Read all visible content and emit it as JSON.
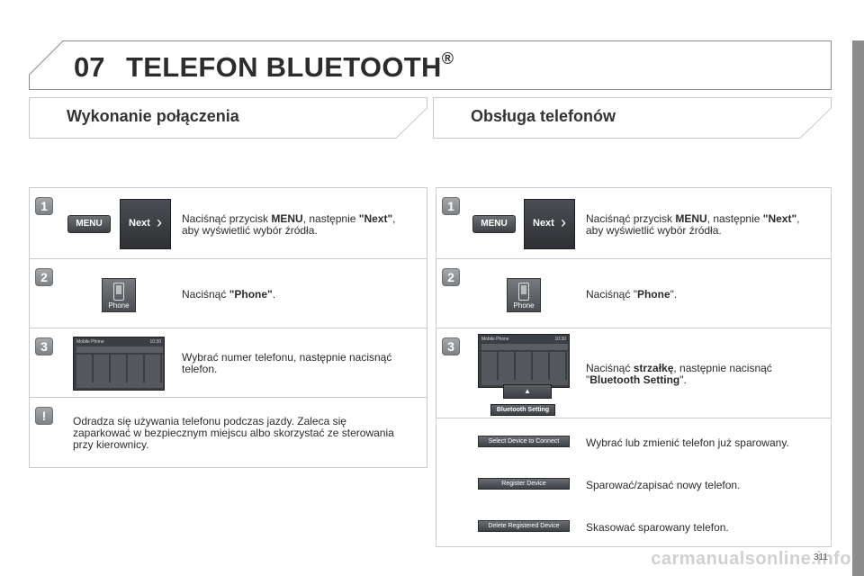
{
  "header": {
    "chapter_number": "07",
    "title": "TELEFON BLUETOOTH",
    "registered_mark": "®"
  },
  "left": {
    "section_title": "Wykonanie połączenia",
    "step1": {
      "badge": "1",
      "menu_label": "MENU",
      "next_label": "Next",
      "text_a": "Naciśnąć przycisk ",
      "text_b": "MENU",
      "text_c": ", następnie ",
      "text_d": "\"Next\"",
      "text_e": ",",
      "text_f": "aby wyświetlić wybór źródła."
    },
    "step2": {
      "badge": "2",
      "phone_label": "Phone",
      "text_a": "Naciśnąć ",
      "text_b": "\"Phone\"",
      "text_c": "."
    },
    "step3": {
      "badge": "3",
      "screen_title": "Mobile Phone",
      "screen_time": "10:30",
      "text_a": "Wybrać numer telefonu, następnie nacisnąć",
      "text_b": "telefon."
    },
    "warning": {
      "badge": "!",
      "line1": "Odradza się używania telefonu podczas jazdy. Zaleca się",
      "line2": "zaparkować w bezpiecznym miejscu albo skorzystać ze sterowania",
      "line3": "przy kierownicy."
    }
  },
  "right": {
    "section_title": "Obsługa telefonów",
    "step1": {
      "badge": "1",
      "menu_label": "MENU",
      "next_label": "Next",
      "text_a": "Naciśnąć przycisk ",
      "text_b": "MENU",
      "text_c": ", następnie ",
      "text_d": "\"Next\"",
      "text_e": ",",
      "text_f": "aby wyświetlić wybór źródła."
    },
    "step2": {
      "badge": "2",
      "phone_label": "Phone",
      "text_a": "Naciśnąć \"",
      "text_b": "Phone",
      "text_c": "\"."
    },
    "step3": {
      "badge": "3",
      "screen_title": "Mobile Phone",
      "screen_time": "10:30",
      "arrow": "▲",
      "bt_label": "Bluetooth Setting",
      "text_a": "Naciśnąć ",
      "text_b": "strzałkę",
      "text_c": ", następnie nacisnąć",
      "text_d": "\"",
      "text_e": "Bluetooth Setting",
      "text_f": "\"."
    },
    "option1": {
      "button": "Select Device to Connect",
      "text": "Wybrać lub zmienić telefon już sparowany."
    },
    "option2": {
      "button": "Register Device",
      "text": "Sparować/zapisać nowy telefon."
    },
    "option3": {
      "button": "Delete Registered Device",
      "text": "Skasować sparowany telefon."
    }
  },
  "footer": {
    "page_number": "311",
    "watermark": "carmanualsonline.info"
  }
}
